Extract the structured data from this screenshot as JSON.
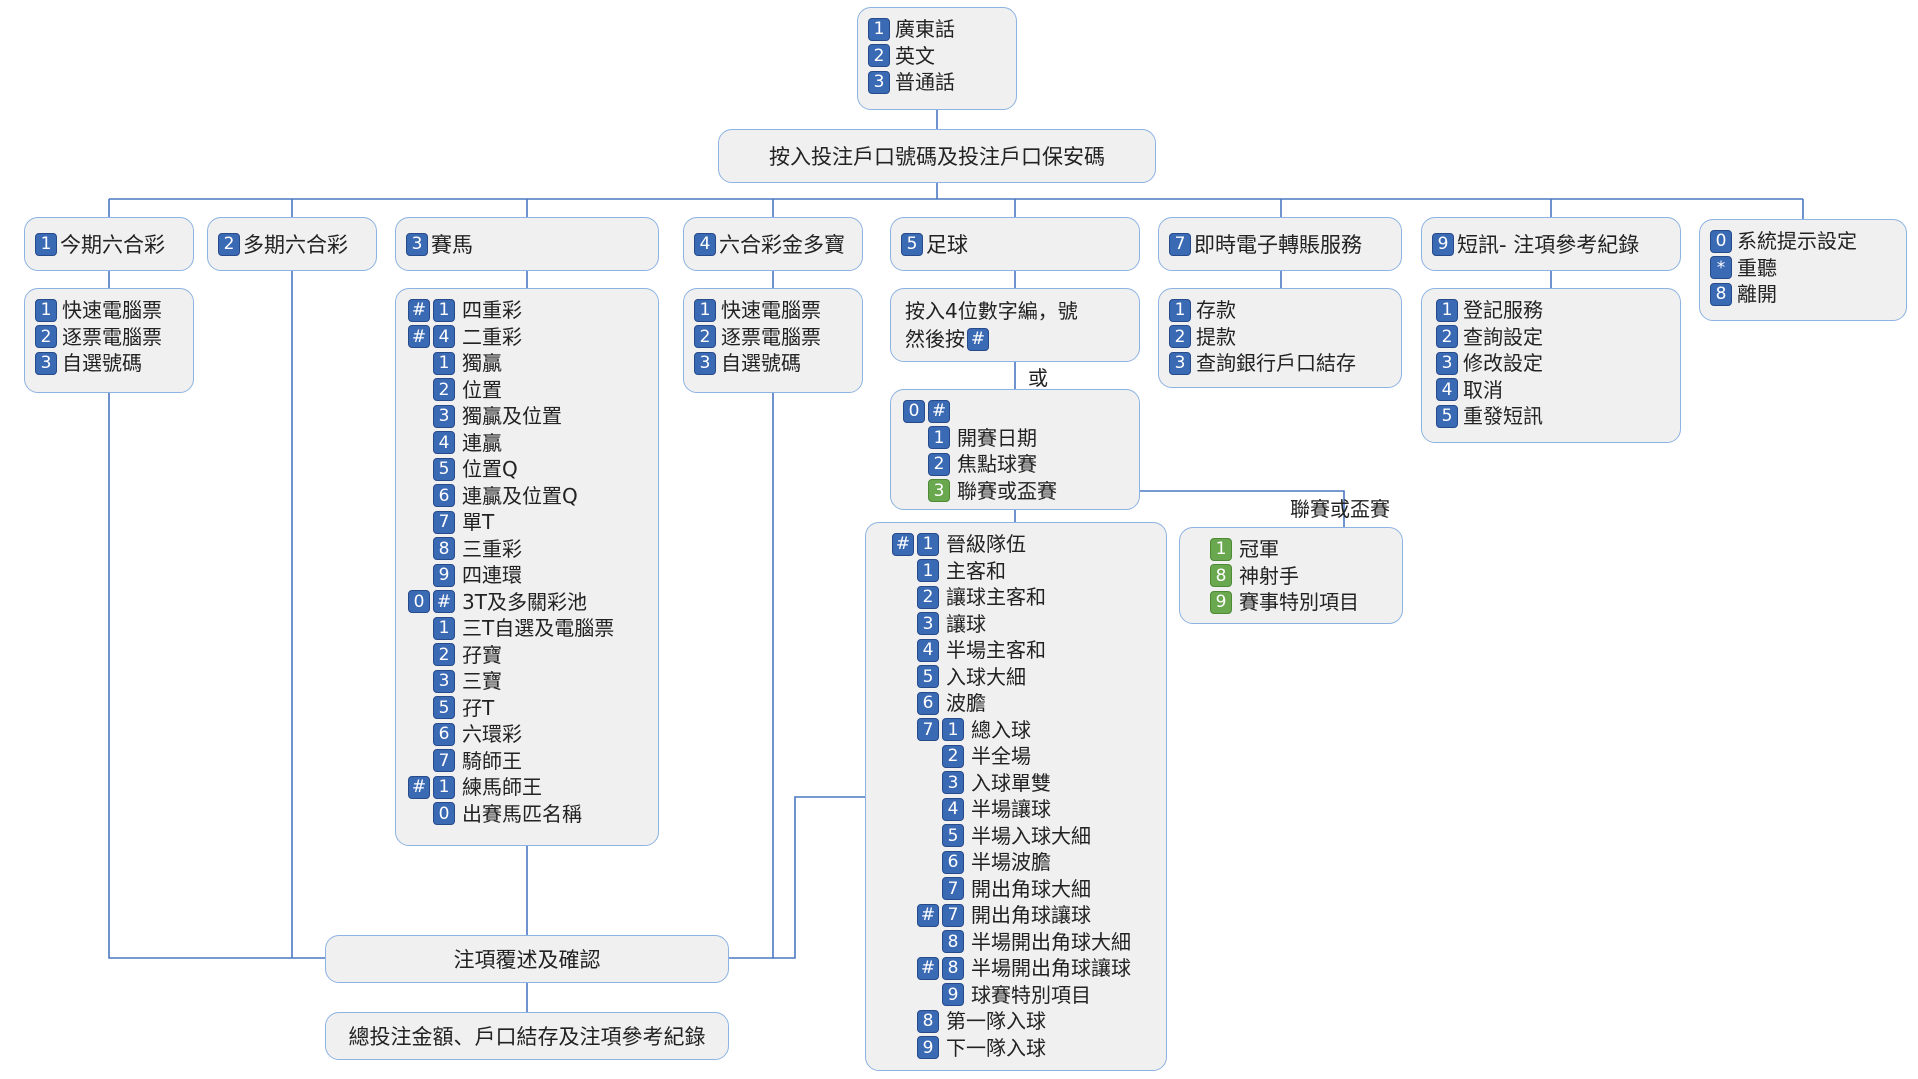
{
  "language_menu": {
    "items": [
      {
        "key": "1",
        "label": "廣東話"
      },
      {
        "key": "2",
        "label": "英文"
      },
      {
        "key": "3",
        "label": "普通話"
      }
    ]
  },
  "login_step": "按入投注戶口號碼及投注戶口保安碼",
  "main_menu": [
    {
      "key": "1",
      "label": "今期六合彩"
    },
    {
      "key": "2",
      "label": "多期六合彩"
    },
    {
      "key": "3",
      "label": "賽馬"
    },
    {
      "key": "4",
      "label": "六合彩金多寶"
    },
    {
      "key": "5",
      "label": "足球"
    },
    {
      "key": "7",
      "label": "即時電子轉賬服務"
    },
    {
      "key": "9",
      "label": "短訊- 注項參考紀錄"
    }
  ],
  "system_menu": {
    "items": [
      {
        "key": "0",
        "label": "系統提示設定"
      },
      {
        "key": "*",
        "label": "重聽"
      },
      {
        "key": "8",
        "label": "離開"
      }
    ]
  },
  "mark6_current": {
    "items": [
      {
        "key": "1",
        "label": "快速電腦票"
      },
      {
        "key": "2",
        "label": "逐票電腦票"
      },
      {
        "key": "3",
        "label": "自選號碼"
      }
    ]
  },
  "racing": {
    "items": [
      {
        "prefix": "#",
        "key": "1",
        "label": "四重彩"
      },
      {
        "prefix": "#",
        "key": "4",
        "label": "二重彩"
      },
      {
        "prefix": "",
        "key": "1",
        "label": "獨贏"
      },
      {
        "prefix": "",
        "key": "2",
        "label": "位置"
      },
      {
        "prefix": "",
        "key": "3",
        "label": "獨贏及位置"
      },
      {
        "prefix": "",
        "key": "4",
        "label": "連贏"
      },
      {
        "prefix": "",
        "key": "5",
        "label": "位置Q"
      },
      {
        "prefix": "",
        "key": "6",
        "label": "連贏及位置Q"
      },
      {
        "prefix": "",
        "key": "7",
        "label": "單T"
      },
      {
        "prefix": "",
        "key": "8",
        "label": "三重彩"
      },
      {
        "prefix": "",
        "key": "9",
        "label": "四連環"
      },
      {
        "prefix": "0",
        "key": "#",
        "label": "3T及多關彩池"
      },
      {
        "prefix": "",
        "key": "1",
        "label": "三T自選及電腦票"
      },
      {
        "prefix": "",
        "key": "2",
        "label": "孖寶"
      },
      {
        "prefix": "",
        "key": "3",
        "label": "三寶"
      },
      {
        "prefix": "",
        "key": "5",
        "label": "孖T"
      },
      {
        "prefix": "",
        "key": "6",
        "label": "六環彩"
      },
      {
        "prefix": "",
        "key": "7",
        "label": "騎師王"
      },
      {
        "prefix": "#",
        "key": "1",
        "label": "練馬師王"
      },
      {
        "prefix": "",
        "key": "0",
        "label": "出賽馬匹名稱"
      }
    ]
  },
  "mark6_snowball": {
    "items": [
      {
        "key": "1",
        "label": "快速電腦票"
      },
      {
        "key": "2",
        "label": "逐票電腦票"
      },
      {
        "key": "3",
        "label": "自選號碼"
      }
    ]
  },
  "football": {
    "enter_code_line1": "按入4位數字編，號",
    "enter_code_line2": "然後按",
    "enter_code_key": "#",
    "or_label": "或",
    "search_keys": [
      "0",
      "#"
    ],
    "search_items": [
      {
        "key": "1",
        "label": "開賽日期",
        "color": "blue"
      },
      {
        "key": "2",
        "label": "焦點球賽",
        "color": "blue"
      },
      {
        "key": "3",
        "label": "聯賽或盃賽",
        "color": "green"
      }
    ],
    "league_label": "聯賽或盃賽",
    "league_items": [
      {
        "key": "1",
        "label": "冠軍"
      },
      {
        "key": "8",
        "label": "神射手"
      },
      {
        "key": "9",
        "label": "賽事特別項目"
      }
    ],
    "bet_types": [
      {
        "p1": "#",
        "p2": "1",
        "k": "",
        "label": "晉級隊伍",
        "indent": 0
      },
      {
        "p1": "",
        "p2": "1",
        "k": "",
        "label": "主客和",
        "indent": 1
      },
      {
        "p1": "",
        "p2": "2",
        "k": "",
        "label": "讓球主客和",
        "indent": 1
      },
      {
        "p1": "",
        "p2": "3",
        "k": "",
        "label": "讓球",
        "indent": 1
      },
      {
        "p1": "",
        "p2": "4",
        "k": "",
        "label": "半場主客和",
        "indent": 1
      },
      {
        "p1": "",
        "p2": "5",
        "k": "",
        "label": "入球大細",
        "indent": 1
      },
      {
        "p1": "",
        "p2": "6",
        "k": "",
        "label": "波膽",
        "indent": 1
      },
      {
        "p1": "",
        "p2": "7",
        "k": "1",
        "label": "總入球",
        "indent": 1
      },
      {
        "p1": "",
        "p2": "",
        "k": "2",
        "label": "半全場",
        "indent": 2
      },
      {
        "p1": "",
        "p2": "",
        "k": "3",
        "label": "入球單雙",
        "indent": 2
      },
      {
        "p1": "",
        "p2": "",
        "k": "4",
        "label": "半場讓球",
        "indent": 2
      },
      {
        "p1": "",
        "p2": "",
        "k": "5",
        "label": "半場入球大細",
        "indent": 2
      },
      {
        "p1": "",
        "p2": "",
        "k": "6",
        "label": "半場波膽",
        "indent": 2
      },
      {
        "p1": "",
        "p2": "",
        "k": "7",
        "label": "開出角球大細",
        "indent": 2
      },
      {
        "p1": "",
        "p2": "#",
        "k": "7",
        "label": "開出角球讓球",
        "indent": 2
      },
      {
        "p1": "",
        "p2": "",
        "k": "8",
        "label": "半場開出角球大細",
        "indent": 2
      },
      {
        "p1": "",
        "p2": "#",
        "k": "8",
        "label": "半場開出角球讓球",
        "indent": 2
      },
      {
        "p1": "",
        "p2": "",
        "k": "9",
        "label": "球賽特別項目",
        "indent": 2
      },
      {
        "p1": "",
        "p2": "8",
        "k": "",
        "label": "第一隊入球",
        "indent": 1
      },
      {
        "p1": "",
        "p2": "9",
        "k": "",
        "label": "下一隊入球",
        "indent": 1
      }
    ]
  },
  "eft": {
    "items": [
      {
        "key": "1",
        "label": "存款"
      },
      {
        "key": "2",
        "label": "提款"
      },
      {
        "key": "3",
        "label": "查詢銀行戶口結存"
      }
    ]
  },
  "sms": {
    "items": [
      {
        "key": "1",
        "label": "登記服務"
      },
      {
        "key": "2",
        "label": "查詢設定"
      },
      {
        "key": "3",
        "label": "修改設定"
      },
      {
        "key": "4",
        "label": "取消"
      },
      {
        "key": "5",
        "label": "重發短訊"
      }
    ]
  },
  "confirm_step": "注項覆述及確認",
  "summary_step": "總投注金額、戶口結存及注項參考紀錄",
  "colors": {
    "line": "#4a78c2",
    "box_border": "#8db3e2",
    "box_fill": "#f0f0f0",
    "badge_blue": "#3b6ab5",
    "badge_green": "#6aa84f"
  }
}
